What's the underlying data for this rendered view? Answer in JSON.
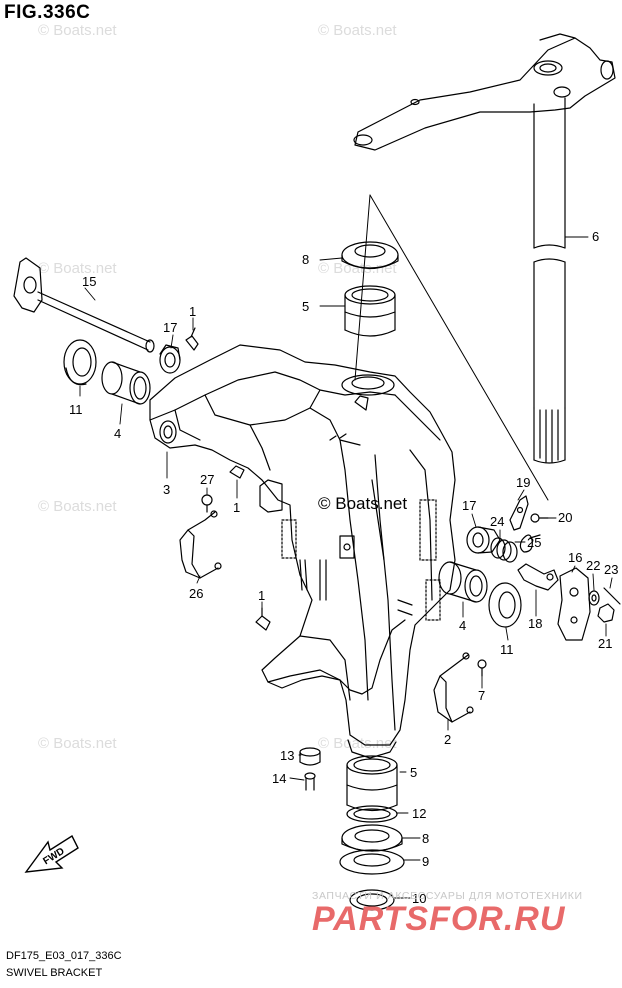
{
  "figure": {
    "title": "FIG.336C",
    "code": "DF175_E03_017_336C",
    "name": "SWIVEL BRACKET"
  },
  "watermarks": {
    "boats": "© Boats.net",
    "partsfor_tagline": "ЗАПЧАСТИ И АКСЕССУАРЫ ДЛЯ МОТОТЕХНИКИ",
    "partsfor_logo": "PARTSFOR.RU"
  },
  "fwd_label": "FWD",
  "callouts": {
    "c1a": "1",
    "c1b": "1",
    "c1c": "1",
    "c2": "2",
    "c3": "3",
    "c4a": "4",
    "c4b": "4",
    "c5a": "5",
    "c5b": "5",
    "c6": "6",
    "c7": "7",
    "c8a": "8",
    "c8b": "8",
    "c9": "9",
    "c10": "10",
    "c11a": "11",
    "c11b": "11",
    "c12": "12",
    "c13": "13",
    "c14": "14",
    "c15": "15",
    "c16": "16",
    "c17a": "17",
    "c17b": "17",
    "c18": "18",
    "c19": "19",
    "c20": "20",
    "c21": "21",
    "c22": "22",
    "c23": "23",
    "c24": "24",
    "c25": "25",
    "c26": "26",
    "c27": "27"
  },
  "colors": {
    "line": "#000000",
    "watermark": "#dcdcdc",
    "logo_red": "#e86a6a"
  }
}
